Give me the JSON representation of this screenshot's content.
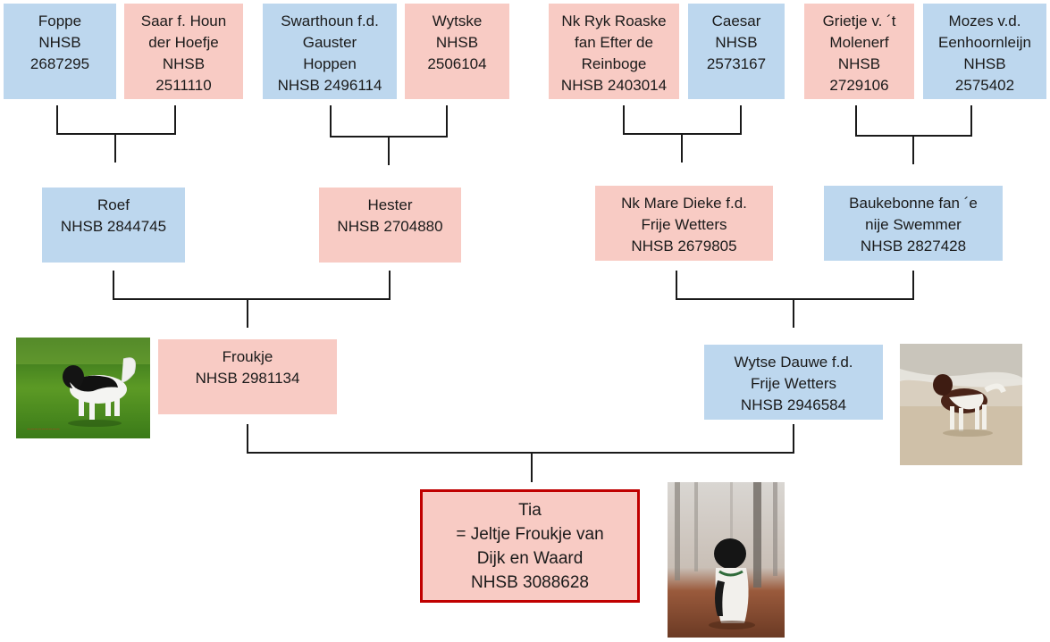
{
  "great_grandparents": [
    {
      "lines": [
        "Foppe",
        "NHSB",
        "2687295"
      ],
      "sex": "male"
    },
    {
      "lines": [
        "Saar f. Houn",
        "der Hoefje",
        "NHSB",
        "2511110"
      ],
      "sex": "female"
    },
    {
      "lines": [
        "Swarthoun f.d.",
        "Gauster",
        "Hoppen",
        "NHSB 2496114"
      ],
      "sex": "male"
    },
    {
      "lines": [
        "Wytske",
        "NHSB",
        "2506104"
      ],
      "sex": "female"
    },
    {
      "lines": [
        "Nk Ryk Roaske",
        "fan Efter de",
        "Reinboge",
        "NHSB 2403014"
      ],
      "sex": "female"
    },
    {
      "lines": [
        "Caesar",
        "NHSB",
        "2573167"
      ],
      "sex": "male"
    },
    {
      "lines": [
        "Grietje v. ´t",
        "Molenerf",
        "NHSB",
        "2729106"
      ],
      "sex": "female"
    },
    {
      "lines": [
        "Mozes v.d.",
        "Eenhoornleijn",
        "NHSB",
        "2575402"
      ],
      "sex": "male"
    }
  ],
  "grandparents": [
    {
      "lines": [
        "Roef",
        "NHSB 2844745"
      ],
      "sex": "male"
    },
    {
      "lines": [
        "Hester",
        "NHSB 2704880"
      ],
      "sex": "female"
    },
    {
      "lines": [
        "Nk Mare Dieke f.d.",
        "Frije Wetters",
        "NHSB 2679805"
      ],
      "sex": "female"
    },
    {
      "lines": [
        "Baukebonne fan ´e",
        "nije Swemmer",
        "NHSB 2827428"
      ],
      "sex": "male"
    }
  ],
  "parents": [
    {
      "lines": [
        "Froukje",
        "NHSB 2981134"
      ],
      "sex": "female"
    },
    {
      "lines": [
        "Wytse Dauwe f.d.",
        "Frije Wetters",
        "NHSB 2946584"
      ],
      "sex": "male"
    }
  ],
  "subject": {
    "lines": [
      "Tia",
      "= Jeltje Froukje van",
      "Dijk en Waard",
      "NHSB 3088628"
    ]
  },
  "colors": {
    "male": "#bdd7ee",
    "female": "#f8cbc4",
    "highlight_border": "#c00000",
    "line": "#1a1a1a"
  },
  "photos": [
    "dam-photo",
    "sire-photo",
    "subject-photo"
  ]
}
